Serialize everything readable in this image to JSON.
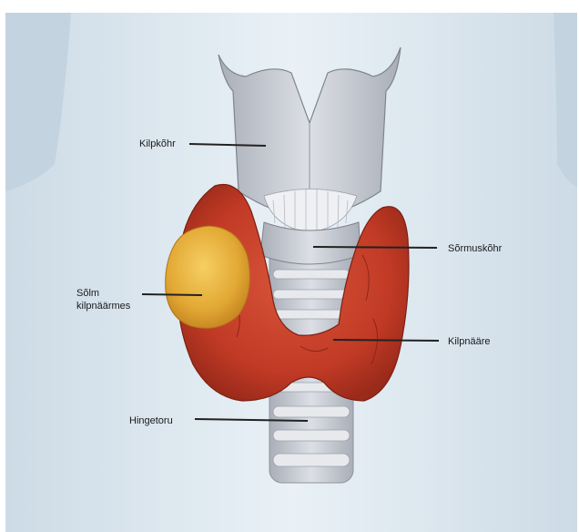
{
  "labels": {
    "thyroid_cartilage": "Kilpkõhr",
    "cricoid_cartilage": "Sõrmuskõhr",
    "nodule_line1": "Sõlm",
    "nodule_line2": "kilpnäärmes",
    "thyroid_gland": "Kilpnääre",
    "trachea": "Hingetoru"
  },
  "colors": {
    "background": "#dfeaf1",
    "cartilage": "#c9ccd3",
    "gland": "#c9412c",
    "nodule": "#e7b43a",
    "leader_line": "#222222"
  }
}
